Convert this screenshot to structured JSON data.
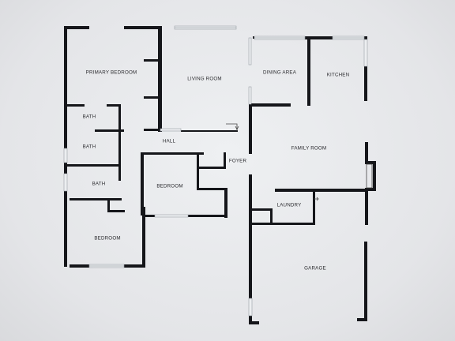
{
  "plan": {
    "rooms": [
      {
        "id": "primary-bedroom",
        "label": "PRIMARY BEDROOM"
      },
      {
        "id": "living-room",
        "label": "LIVING ROOM"
      },
      {
        "id": "dining-area",
        "label": "DINING AREA"
      },
      {
        "id": "kitchen",
        "label": "KITCHEN"
      },
      {
        "id": "bath-1",
        "label": "BATH"
      },
      {
        "id": "bath-2",
        "label": "BATH"
      },
      {
        "id": "hall",
        "label": "HALL"
      },
      {
        "id": "foyer",
        "label": "FOYER"
      },
      {
        "id": "family-room",
        "label": "FAMILY ROOM"
      },
      {
        "id": "bedroom-1",
        "label": "BEDROOM"
      },
      {
        "id": "bath-3",
        "label": "BATH"
      },
      {
        "id": "laundry",
        "label": "LAUNDRY"
      },
      {
        "id": "bedroom-2",
        "label": "BEDROOM"
      },
      {
        "id": "garage",
        "label": "GARAGE"
      }
    ]
  }
}
